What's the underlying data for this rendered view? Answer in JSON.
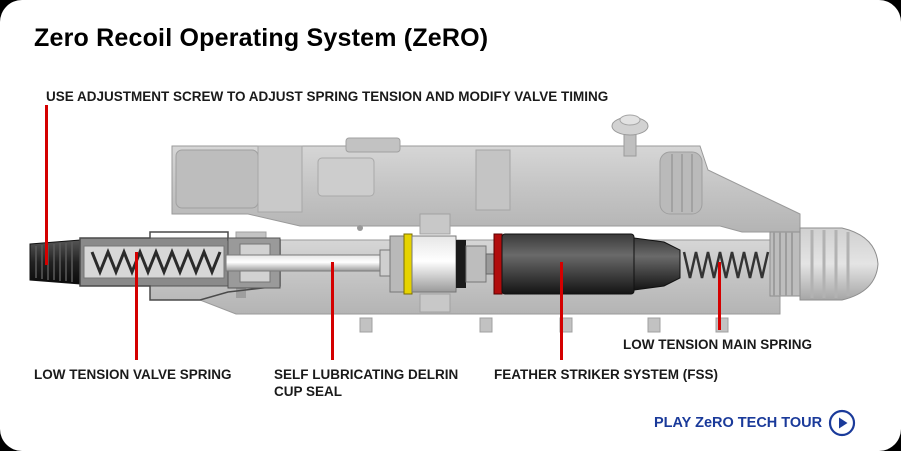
{
  "title": "Zero Recoil Operating System (ZeRO)",
  "labels": {
    "adjustment_screw": "USE ADJUSTMENT SCREW TO ADJUST SPRING TENSION AND MODIFY VALVE TIMING",
    "valve_spring": "LOW TENSION VALVE SPRING",
    "cup_seal_line1": "SELF LUBRICATING DELRIN",
    "cup_seal_line2": "CUP SEAL",
    "striker": "FEATHER STRIKER SYSTEM (FSS)",
    "main_spring": "LOW TENSION MAIN SPRING"
  },
  "tour_link": {
    "label": "PLAY ZeRO TECH TOUR",
    "icon": "play-circle-icon"
  },
  "colors": {
    "callout": "#d40000",
    "link": "#1a3a9a",
    "background": "#000000",
    "card": "#ffffff"
  }
}
